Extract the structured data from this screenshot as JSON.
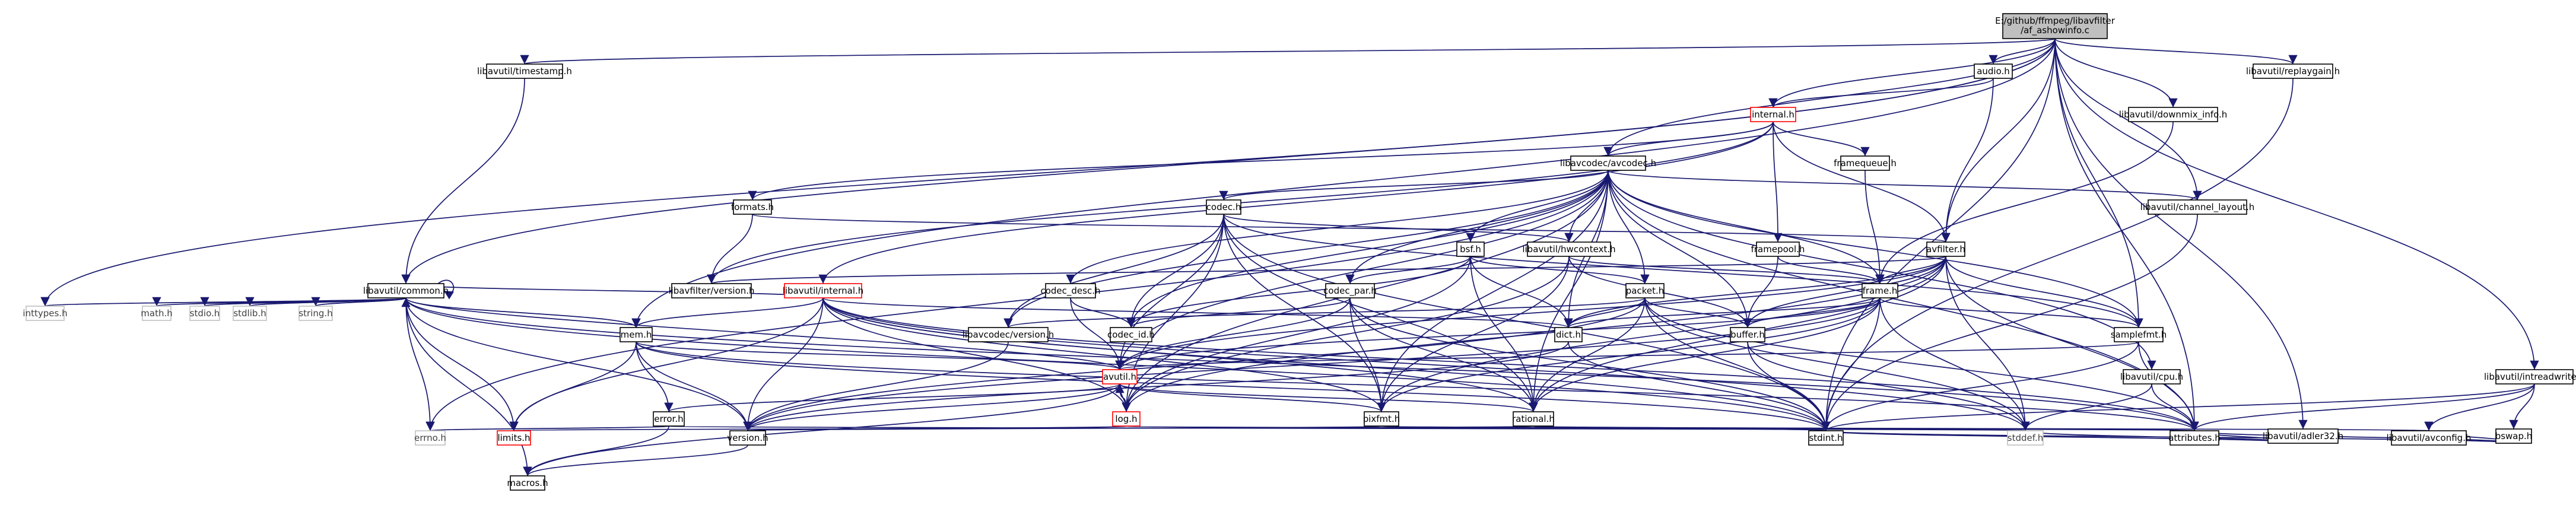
{
  "colors": {
    "edge": "#191970",
    "root_fill": "#bfbfbf",
    "root_stroke": "#000000",
    "node_fill": "#ffffff",
    "node_stroke": "#000000",
    "truncated_stroke": "#ff0000",
    "system_stroke": "#bfbfbf",
    "system_text": "#404040",
    "background": "#ffffff"
  },
  "nodes": [
    {
      "id": "root",
      "label": "E:/github/ffmpeg/libavfilter/af_ashowinfo.c",
      "kind": "root"
    },
    {
      "id": "timestamp",
      "label": "libavutil/timestamp.h",
      "kind": "normal"
    },
    {
      "id": "audio",
      "label": "audio.h",
      "kind": "normal"
    },
    {
      "id": "replaygain",
      "label": "libavutil/replaygain.h",
      "kind": "normal"
    },
    {
      "id": "downmix",
      "label": "libavutil/downmix_info.h",
      "kind": "normal"
    },
    {
      "id": "internal",
      "label": "internal.h",
      "kind": "truncated"
    },
    {
      "id": "avcodec",
      "label": "libavcodec/avcodec.h",
      "kind": "normal"
    },
    {
      "id": "framequeue",
      "label": "framequeue.h",
      "kind": "normal"
    },
    {
      "id": "formats",
      "label": "formats.h",
      "kind": "normal"
    },
    {
      "id": "codec",
      "label": "codec.h",
      "kind": "normal"
    },
    {
      "id": "chlayout",
      "label": "libavutil/channel_layout.h",
      "kind": "normal"
    },
    {
      "id": "bsf",
      "label": "bsf.h",
      "kind": "normal"
    },
    {
      "id": "hwcontext",
      "label": "libavutil/hwcontext.h",
      "kind": "normal"
    },
    {
      "id": "framepool",
      "label": "framepool.h",
      "kind": "normal"
    },
    {
      "id": "avfilter",
      "label": "avfilter.h",
      "kind": "normal"
    },
    {
      "id": "common",
      "label": "libavutil/common.h",
      "kind": "normal"
    },
    {
      "id": "lfversion",
      "label": "libavfilter/version.h",
      "kind": "normal"
    },
    {
      "id": "lainternal",
      "label": "libavutil/internal.h",
      "kind": "truncated"
    },
    {
      "id": "codecdesc",
      "label": "codec_desc.h",
      "kind": "normal"
    },
    {
      "id": "codecpar",
      "label": "codec_par.h",
      "kind": "normal"
    },
    {
      "id": "packet",
      "label": "packet.h",
      "kind": "normal"
    },
    {
      "id": "frame",
      "label": "frame.h",
      "kind": "normal"
    },
    {
      "id": "intreadwrite",
      "label": "libavutil/intreadwrite.h",
      "kind": "normal"
    },
    {
      "id": "inttypes",
      "label": "inttypes.h",
      "kind": "system"
    },
    {
      "id": "math",
      "label": "math.h",
      "kind": "system"
    },
    {
      "id": "stdio",
      "label": "stdio.h",
      "kind": "system"
    },
    {
      "id": "stdlib",
      "label": "stdlib.h",
      "kind": "system"
    },
    {
      "id": "string",
      "label": "string.h",
      "kind": "system"
    },
    {
      "id": "mem",
      "label": "mem.h",
      "kind": "normal"
    },
    {
      "id": "lcversion",
      "label": "libavcodec/version.h",
      "kind": "normal"
    },
    {
      "id": "codecid",
      "label": "codec_id.h",
      "kind": "normal"
    },
    {
      "id": "dict",
      "label": "dict.h",
      "kind": "normal"
    },
    {
      "id": "buffer",
      "label": "buffer.h",
      "kind": "normal"
    },
    {
      "id": "samplefmt",
      "label": "samplefmt.h",
      "kind": "normal"
    },
    {
      "id": "cpu",
      "label": "libavutil/cpu.h",
      "kind": "normal"
    },
    {
      "id": "adler32",
      "label": "libavutil/adler32.h",
      "kind": "normal"
    },
    {
      "id": "bswap",
      "label": "bswap.h",
      "kind": "normal"
    },
    {
      "id": "avutil",
      "label": "avutil.h",
      "kind": "truncated"
    },
    {
      "id": "error",
      "label": "error.h",
      "kind": "normal"
    },
    {
      "id": "log",
      "label": "log.h",
      "kind": "truncated"
    },
    {
      "id": "pixfmt",
      "label": "pixfmt.h",
      "kind": "normal"
    },
    {
      "id": "rational",
      "label": "rational.h",
      "kind": "normal"
    },
    {
      "id": "errno",
      "label": "errno.h",
      "kind": "system"
    },
    {
      "id": "limits",
      "label": "limits.h",
      "kind": "truncated"
    },
    {
      "id": "version",
      "label": "version.h",
      "kind": "normal"
    },
    {
      "id": "stdint",
      "label": "stdint.h",
      "kind": "normal"
    },
    {
      "id": "stddef",
      "label": "stddef.h",
      "kind": "system"
    },
    {
      "id": "attributes",
      "label": "attributes.h",
      "kind": "normal"
    },
    {
      "id": "avconfig",
      "label": "libavutil/avconfig.h",
      "kind": "normal"
    },
    {
      "id": "macros",
      "label": "macros.h",
      "kind": "normal"
    }
  ],
  "edges": [
    [
      "root",
      "timestamp"
    ],
    [
      "root",
      "audio"
    ],
    [
      "root",
      "replaygain"
    ],
    [
      "root",
      "downmix"
    ],
    [
      "root",
      "internal"
    ],
    [
      "root",
      "avcodec"
    ],
    [
      "root",
      "chlayout"
    ],
    [
      "root",
      "common"
    ],
    [
      "root",
      "avfilter"
    ],
    [
      "root",
      "inttypes"
    ],
    [
      "root",
      "mem"
    ],
    [
      "root",
      "samplefmt"
    ],
    [
      "root",
      "adler32"
    ],
    [
      "root",
      "intreadwrite"
    ],
    [
      "root",
      "attributes"
    ],
    [
      "root",
      "stdint"
    ],
    [
      "timestamp",
      "common"
    ],
    [
      "audio",
      "internal"
    ],
    [
      "audio",
      "avfilter"
    ],
    [
      "replaygain",
      "stdint"
    ],
    [
      "downmix",
      "frame"
    ],
    [
      "internal",
      "avcodec"
    ],
    [
      "internal",
      "framequeue"
    ],
    [
      "internal",
      "formats"
    ],
    [
      "internal",
      "lfversion"
    ],
    [
      "internal",
      "lainternal"
    ],
    [
      "internal",
      "framepool"
    ],
    [
      "internal",
      "avfilter"
    ],
    [
      "avcodec",
      "codec"
    ],
    [
      "avcodec",
      "chlayout"
    ],
    [
      "avcodec",
      "bsf"
    ],
    [
      "avcodec",
      "hwcontext"
    ],
    [
      "avcodec",
      "codecdesc"
    ],
    [
      "avcodec",
      "codecpar"
    ],
    [
      "avcodec",
      "packet"
    ],
    [
      "avcodec",
      "frame"
    ],
    [
      "avcodec",
      "lcversion"
    ],
    [
      "avcodec",
      "codecid"
    ],
    [
      "avcodec",
      "dict"
    ],
    [
      "avcodec",
      "buffer"
    ],
    [
      "avcodec",
      "samplefmt"
    ],
    [
      "avcodec",
      "avutil"
    ],
    [
      "avcodec",
      "log"
    ],
    [
      "avcodec",
      "pixfmt"
    ],
    [
      "avcodec",
      "rational"
    ],
    [
      "avcodec",
      "attributes"
    ],
    [
      "avcodec",
      "errno"
    ],
    [
      "avcodec",
      "cpu"
    ],
    [
      "framequeue",
      "frame"
    ],
    [
      "formats",
      "avfilter"
    ],
    [
      "formats",
      "lfversion"
    ],
    [
      "codec",
      "hwcontext"
    ],
    [
      "codec",
      "codecid"
    ],
    [
      "codec",
      "lcversion"
    ],
    [
      "codec",
      "avutil"
    ],
    [
      "codec",
      "log"
    ],
    [
      "codec",
      "pixfmt"
    ],
    [
      "codec",
      "rational"
    ],
    [
      "codec",
      "samplefmt"
    ],
    [
      "codec",
      "stdint"
    ],
    [
      "chlayout",
      "stdint"
    ],
    [
      "bsf",
      "codecpar"
    ],
    [
      "bsf",
      "packet"
    ],
    [
      "bsf",
      "dict"
    ],
    [
      "bsf",
      "log"
    ],
    [
      "bsf",
      "rational"
    ],
    [
      "bsf",
      "codecid"
    ],
    [
      "hwcontext",
      "buffer"
    ],
    [
      "hwcontext",
      "frame"
    ],
    [
      "hwcontext",
      "log"
    ],
    [
      "hwcontext",
      "pixfmt"
    ],
    [
      "framepool",
      "buffer"
    ],
    [
      "framepool",
      "frame"
    ],
    [
      "avfilter",
      "lfversion"
    ],
    [
      "avfilter",
      "frame"
    ],
    [
      "avfilter",
      "dict"
    ],
    [
      "avfilter",
      "buffer"
    ],
    [
      "avfilter",
      "samplefmt"
    ],
    [
      "avfilter",
      "attributes"
    ],
    [
      "avfilter",
      "avutil"
    ],
    [
      "avfilter",
      "log"
    ],
    [
      "avfilter",
      "pixfmt"
    ],
    [
      "avfilter",
      "rational"
    ],
    [
      "avfilter",
      "stddef"
    ],
    [
      "common",
      "common"
    ],
    [
      "common",
      "inttypes"
    ],
    [
      "common",
      "math"
    ],
    [
      "common",
      "stdio"
    ],
    [
      "common",
      "stdlib"
    ],
    [
      "common",
      "string"
    ],
    [
      "common",
      "errno"
    ],
    [
      "common",
      "limits"
    ],
    [
      "common",
      "stdint"
    ],
    [
      "common",
      "attributes"
    ],
    [
      "common",
      "macros"
    ],
    [
      "common",
      "version"
    ],
    [
      "common",
      "mem"
    ],
    [
      "lainternal",
      "common"
    ],
    [
      "lainternal",
      "mem"
    ],
    [
      "lainternal",
      "dict"
    ],
    [
      "lainternal",
      "pixfmt"
    ],
    [
      "lainternal",
      "limits"
    ],
    [
      "lainternal",
      "stdint"
    ],
    [
      "lainternal",
      "stddef"
    ],
    [
      "lainternal",
      "version"
    ],
    [
      "lainternal",
      "attributes"
    ],
    [
      "lainternal",
      "log"
    ],
    [
      "lainternal",
      "rational"
    ],
    [
      "codecdesc",
      "avutil"
    ],
    [
      "codecdesc",
      "codecid"
    ],
    [
      "codecpar",
      "avutil"
    ],
    [
      "codecpar",
      "codecid"
    ],
    [
      "codecpar",
      "rational"
    ],
    [
      "codecpar",
      "pixfmt"
    ],
    [
      "codecpar",
      "stdint"
    ],
    [
      "packet",
      "dict"
    ],
    [
      "packet",
      "buffer"
    ],
    [
      "packet",
      "rational"
    ],
    [
      "packet",
      "version"
    ],
    [
      "packet",
      "attributes"
    ],
    [
      "packet",
      "stdint"
    ],
    [
      "packet",
      "stddef"
    ],
    [
      "packet",
      "lcversion"
    ],
    [
      "frame",
      "avutil"
    ],
    [
      "frame",
      "buffer"
    ],
    [
      "frame",
      "dict"
    ],
    [
      "frame",
      "rational"
    ],
    [
      "frame",
      "samplefmt"
    ],
    [
      "frame",
      "pixfmt"
    ],
    [
      "frame",
      "version"
    ],
    [
      "frame",
      "stdint"
    ],
    [
      "frame",
      "stddef"
    ],
    [
      "intreadwrite",
      "bswap"
    ],
    [
      "intreadwrite",
      "attributes"
    ],
    [
      "intreadwrite",
      "avconfig"
    ],
    [
      "intreadwrite",
      "stdint"
    ],
    [
      "mem",
      "attributes"
    ],
    [
      "mem",
      "error"
    ],
    [
      "mem",
      "avutil"
    ],
    [
      "mem",
      "limits"
    ],
    [
      "mem",
      "stdint"
    ],
    [
      "mem",
      "version"
    ],
    [
      "lcversion",
      "version"
    ],
    [
      "dict",
      "stdint"
    ],
    [
      "dict",
      "version"
    ],
    [
      "buffer",
      "stdint"
    ],
    [
      "buffer",
      "stddef"
    ],
    [
      "samplefmt",
      "avutil"
    ],
    [
      "samplefmt",
      "attributes"
    ],
    [
      "samplefmt",
      "stdint"
    ],
    [
      "cpu",
      "attributes"
    ],
    [
      "cpu",
      "stddef"
    ],
    [
      "adler32",
      "attributes"
    ],
    [
      "adler32",
      "stddef"
    ],
    [
      "adler32",
      "stdint"
    ],
    [
      "bswap",
      "attributes"
    ],
    [
      "bswap",
      "avconfig"
    ],
    [
      "bswap",
      "stdint"
    ],
    [
      "avutil",
      "common"
    ],
    [
      "avutil",
      "error"
    ],
    [
      "avutil",
      "version"
    ],
    [
      "avutil",
      "macros"
    ],
    [
      "avutil",
      "rational"
    ],
    [
      "avutil",
      "mathematics"
    ],
    [
      "avutil",
      "log"
    ],
    [
      "avutil",
      "pixfmt"
    ],
    [
      "error",
      "errno"
    ],
    [
      "error",
      "stddef"
    ],
    [
      "error",
      "macros"
    ],
    [
      "log",
      "avutil"
    ],
    [
      "log",
      "attributes"
    ],
    [
      "log",
      "version"
    ],
    [
      "pixfmt",
      "version"
    ],
    [
      "pixfmt",
      "avconfig"
    ],
    [
      "rational",
      "stdint"
    ],
    [
      "rational",
      "limits"
    ],
    [
      "rational",
      "attributes"
    ],
    [
      "version",
      "macros"
    ]
  ]
}
